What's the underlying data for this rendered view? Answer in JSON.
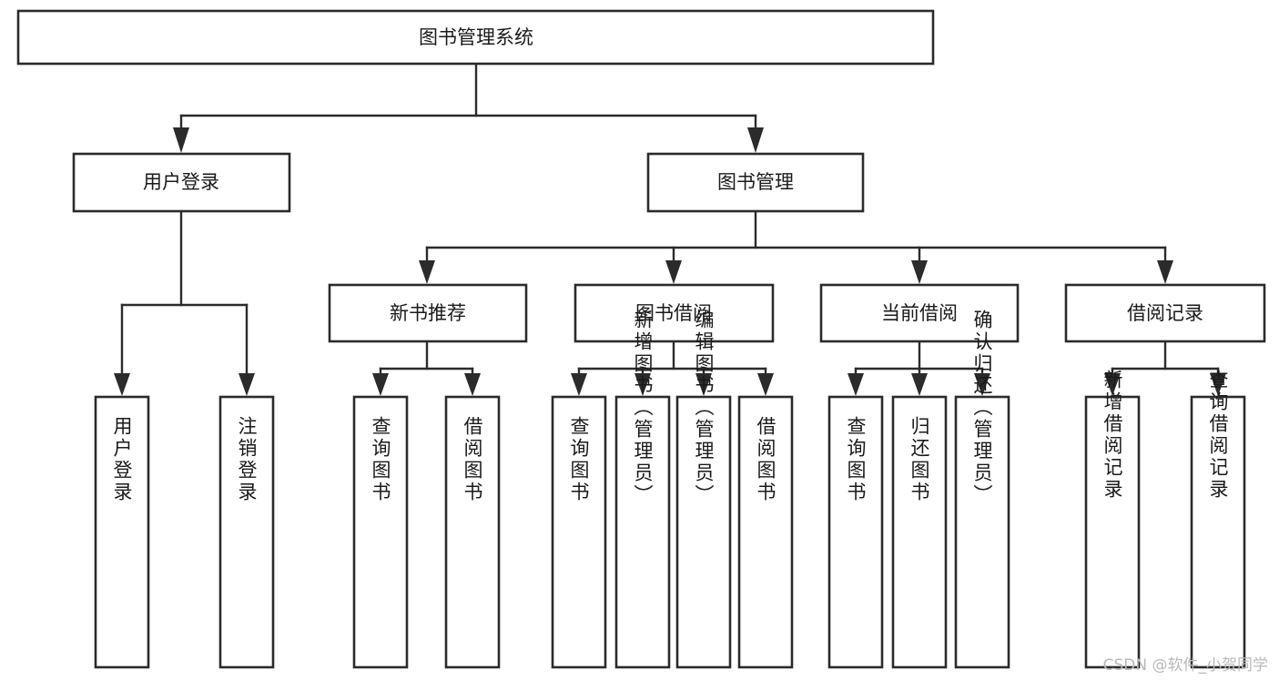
{
  "diagram": {
    "title": "图书管理系统",
    "type": "tree-hierarchy",
    "watermark": "CSDN @软件_小贺同学",
    "colors": {
      "box_stroke": "#2b2b2b",
      "box_fill": "#ffffff",
      "connector": "#2b2b2b",
      "text": "#1a1a1a",
      "watermark": "#b9b9b9",
      "background": "#ffffff"
    },
    "levels": {
      "root": {
        "label": "图书管理系统"
      },
      "level2": [
        {
          "label": "用户登录"
        },
        {
          "label": "图书管理"
        }
      ],
      "level3": [
        {
          "label": "新书推荐"
        },
        {
          "label": "图书借阅"
        },
        {
          "label": "当前借阅"
        },
        {
          "label": "借阅记录"
        }
      ],
      "leaves": {
        "user_login": [
          {
            "label": "用户登录"
          },
          {
            "label": "注销登录"
          }
        ],
        "new_book": [
          {
            "label": "查询图书"
          },
          {
            "label": "借阅图书"
          }
        ],
        "book_borrow": [
          {
            "label": "查询图书"
          },
          {
            "label": "新增图书（管理员）"
          },
          {
            "label": "编辑图书（管理员）"
          },
          {
            "label": "借阅图书"
          }
        ],
        "current_borrow": [
          {
            "label": "查询图书"
          },
          {
            "label": "归还图书"
          },
          {
            "label": "确认归还（管理员）"
          }
        ],
        "borrow_record": [
          {
            "label": "新增借阅记录"
          },
          {
            "label": "查询借阅记录"
          }
        ]
      }
    }
  }
}
